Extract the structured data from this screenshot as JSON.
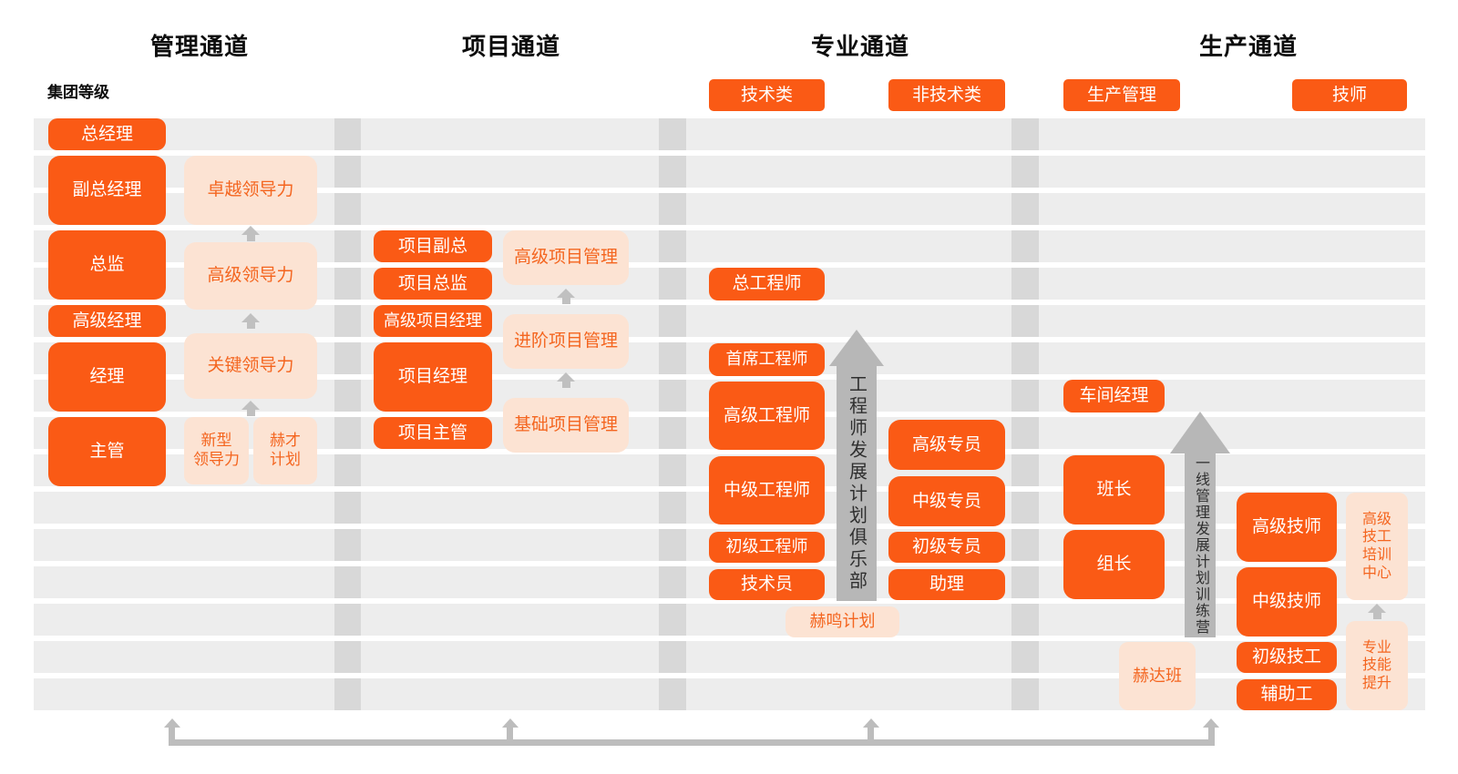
{
  "palette": {
    "accent": "#fa5a15",
    "lightbg": "#fce3d3",
    "lighttext": "#f4651f",
    "stripe": "#ededed",
    "sep": "#d8d8d8",
    "arrow": "#b7b7b7",
    "smallarrow": "#c0c0c0",
    "connector": "#bdbdbd",
    "arrowtext": "#2f2f2f"
  },
  "axis_label": "集团等级",
  "channels": {
    "management": {
      "title": "管理通道",
      "positions": [
        "总经理",
        "副总经理",
        "总监",
        "高级经理",
        "经理",
        "主管"
      ],
      "programs": [
        "卓越领导力",
        "高级领导力",
        "关键领导力",
        "新型\n领导力",
        "赫才\n计划"
      ]
    },
    "project": {
      "title": "项目通道",
      "positions": [
        "项目副总",
        "项目总监",
        "高级项目经理",
        "项目经理",
        "项目主管"
      ],
      "programs": [
        "高级项目管理",
        "进阶项目管理",
        "基础项目管理"
      ]
    },
    "professional": {
      "title": "专业通道",
      "categories": [
        "技术类",
        "非技术类"
      ],
      "technical": [
        "总工程师",
        "首席工程师",
        "高级工程师",
        "中级工程师",
        "初级工程师",
        "技术员"
      ],
      "non_technical": [
        "高级专员",
        "中级专员",
        "初级专员",
        "助理"
      ],
      "arrow_label": "工程师发展计划俱乐部",
      "program": "赫鸣计划"
    },
    "production": {
      "title": "生产通道",
      "categories": [
        "生产管理",
        "技师"
      ],
      "management_track": [
        "车间经理",
        "班长",
        "组长"
      ],
      "technician_track": [
        "高级技师",
        "中级技师",
        "初级技工",
        "辅助工"
      ],
      "arrow_label": "一线管理发展计划训练营",
      "programs": [
        "赫达班",
        "高级\n技工\n培训\n中心",
        "专业\n技能\n提升"
      ]
    }
  }
}
